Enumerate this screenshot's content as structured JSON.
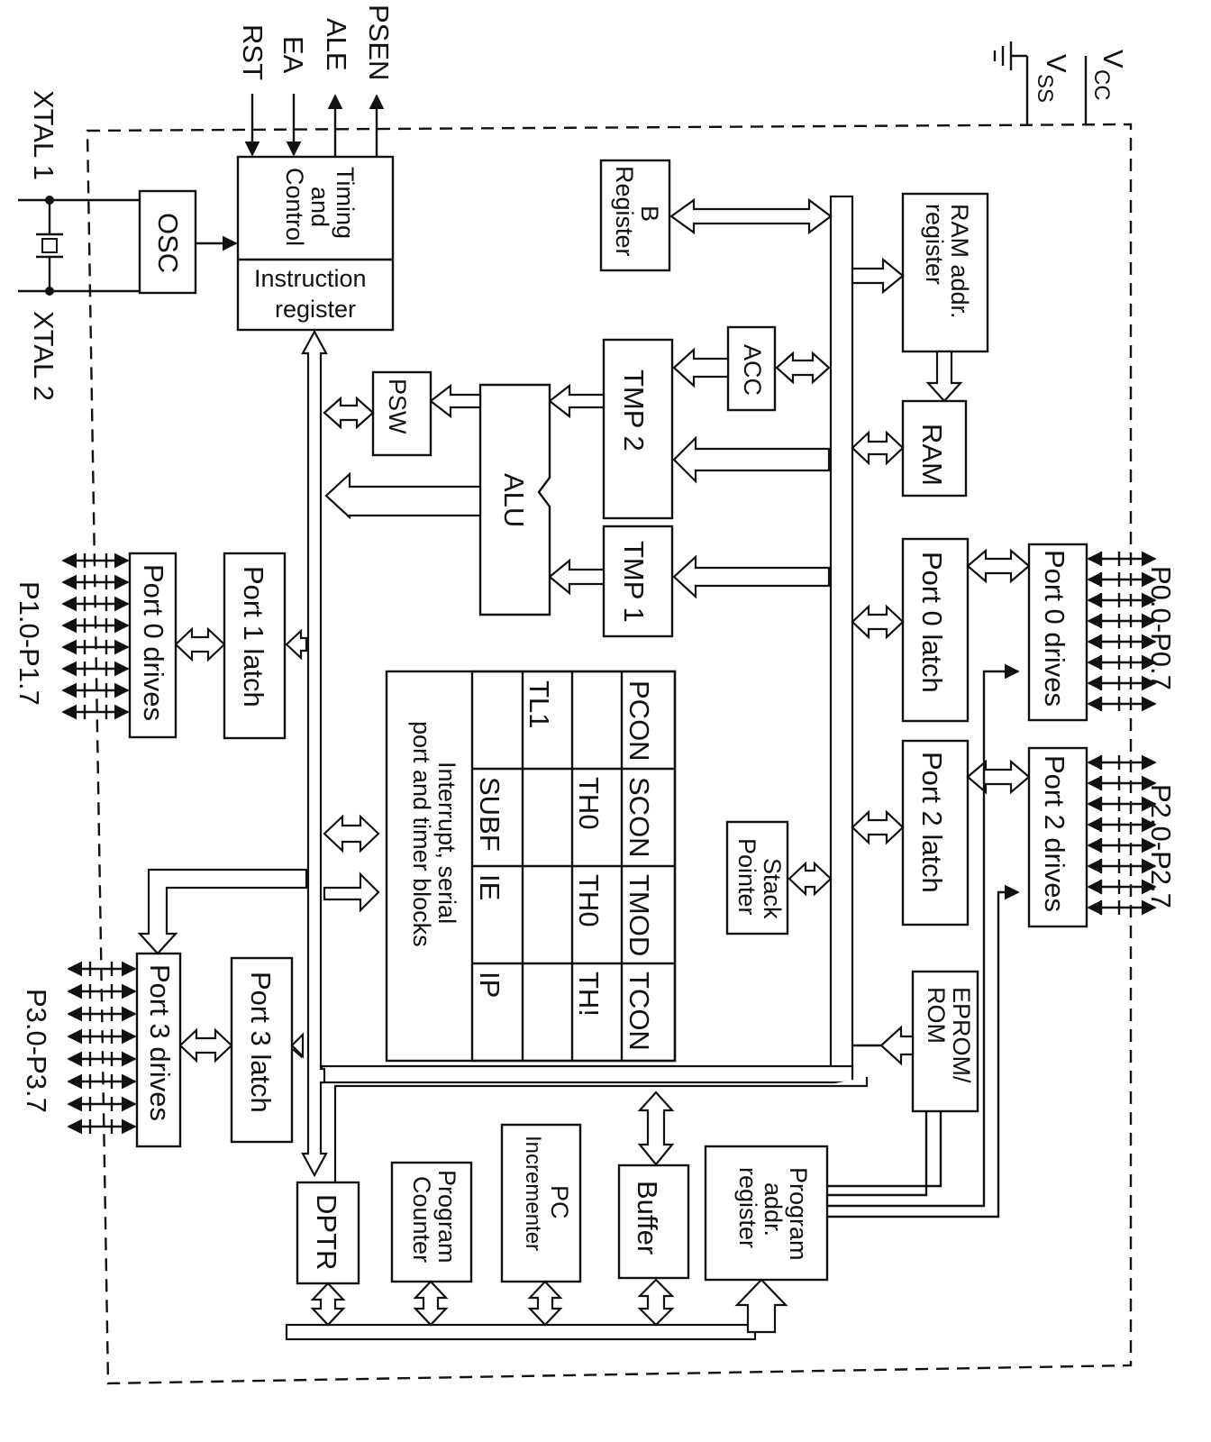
{
  "pins": {
    "vcc": "V",
    "vcc_sub": "CC",
    "vss": "V",
    "vss_sub": "SS",
    "psen": "PSEN",
    "ale": "ALE",
    "ea": "EA",
    "rst": "RST",
    "xtal1": "XTAL 1",
    "xtal2": "XTAL 2"
  },
  "blocks": {
    "osc": "OSC",
    "timing_control": [
      "Timing",
      "and",
      "Control"
    ],
    "instruction_register": [
      "Instruction",
      "register"
    ],
    "b_register": [
      "B",
      "Register"
    ],
    "ram_addr_register": [
      "RAM addr.",
      "register"
    ],
    "ram": "RAM",
    "acc": "ACC",
    "tmp2": "TMP 2",
    "tmp1": "TMP 1",
    "psw": "PSW",
    "alu": "ALU",
    "port0_latch": "Port 0 latch",
    "port0_drives_right": "Port 0 drives",
    "port2_latch": "Port 2 latch",
    "port2_drives": "Port 2 drives",
    "port1_latch": "Port 1 latch",
    "port1_drives": "Port 0 drives",
    "port3_latch": "Port 3 latch",
    "port3_drives": "Port 3 drives",
    "stack_pointer": [
      "Stack",
      "Pointer"
    ],
    "eprom_rom": [
      "EPROM/",
      "ROM"
    ],
    "program_addr_register": [
      "Program",
      "addr.",
      "register"
    ],
    "buffer": "Buffer",
    "pc_incrementer": [
      "PC",
      "Incrementer"
    ],
    "program_counter": [
      "Program",
      "Counter"
    ],
    "dptr": "DPTR"
  },
  "sfr": {
    "rows": [
      [
        "PCON",
        "SCON",
        "TMOD",
        "TCON"
      ],
      [
        "",
        "TH0",
        "TH0",
        "TH!"
      ],
      [
        "TL1",
        "",
        "",
        ""
      ],
      [
        "",
        "SUBF",
        "IE",
        "IP"
      ]
    ],
    "caption": [
      "Interrupt, serial",
      "port and timer blocks"
    ]
  },
  "port_labels": {
    "p0": "P0.0-P0.7",
    "p2": "P2.0-P2.7",
    "p1": "P1.0-P1.7",
    "p3": "P3.0-P3.7"
  }
}
